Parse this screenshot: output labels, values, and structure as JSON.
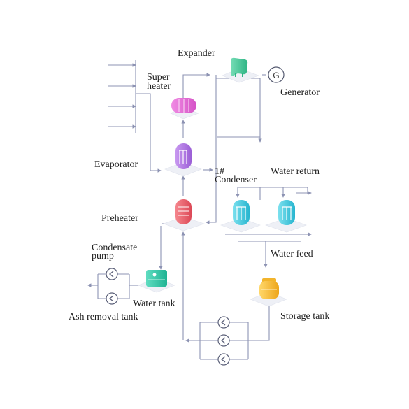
{
  "labels": {
    "expander": "Expander",
    "super_heater_line1": "Super",
    "super_heater_line2": "heater",
    "generator": "Generator",
    "generator_symbol": "G",
    "evaporator": "Evaporator",
    "condenser_line1": "1#",
    "condenser_line2": "Condenser",
    "water_return": "Water return",
    "preheater": "Preheater",
    "condensate_pump_line1": "Condensate",
    "condensate_pump_line2": "pump",
    "water_feed": "Water feed",
    "water_tank": "Water tank",
    "ash_removal_tank": "Ash removal tank",
    "storage_tank": "Storage tank"
  },
  "colors": {
    "pipe": "#8d93b3",
    "expander": "#45c49a",
    "super_heater": "#e36ad6",
    "evaporator": "#b076e0",
    "preheater": "#e8606a",
    "condenser": "#3cc7dc",
    "water_tank": "#2cc6a6",
    "storage_tank": "#f2b42c",
    "pump": "#5a5f78"
  },
  "icons": {
    "pump": "check-valve-pump-icon",
    "generator": "generator-circle-icon"
  }
}
